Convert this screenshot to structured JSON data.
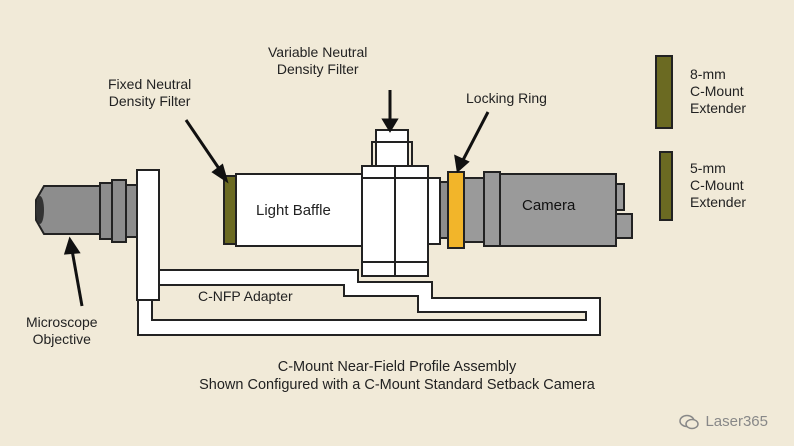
{
  "labels": {
    "fixed_filter": [
      "Fixed Neutral",
      "Density Filter"
    ],
    "variable_filter": [
      "Variable Neutral",
      "Density Filter"
    ],
    "locking_ring": "Locking Ring",
    "light_baffle": "Light Baffle",
    "camera": "Camera",
    "adapter": "C-NFP Adapter",
    "objective": [
      "Microscope",
      "Objective"
    ],
    "extender_8mm": [
      "8-mm",
      "C-Mount",
      "Extender"
    ],
    "extender_5mm": [
      "5-mm",
      "C-Mount",
      "Extender"
    ]
  },
  "caption": [
    "C-Mount Near-Field Profile Assembly",
    "Shown Configured with a C-Mount Standard Setback Camera"
  ],
  "watermark": "Laser365",
  "colors": {
    "background": "#f1ead8",
    "olive_filter": "#6b6a22",
    "locking_ring": "#f2b52a",
    "camera_gray": "#9a9a9a",
    "objective_gray": "#8d8d8d",
    "outline": "#222222"
  }
}
